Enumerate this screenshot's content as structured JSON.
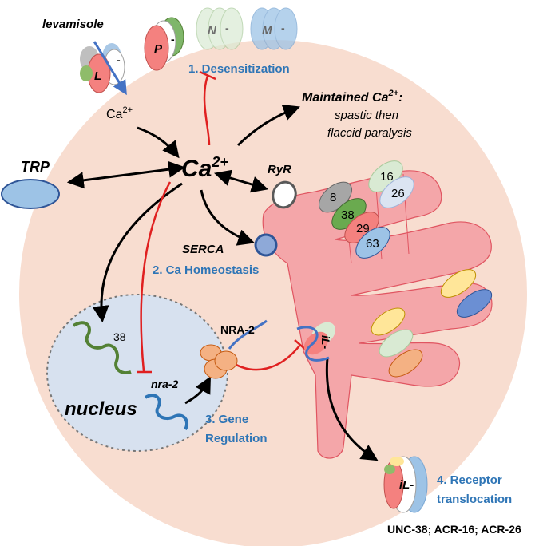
{
  "labels": {
    "levamisole": "levamisole",
    "ca_small": "Ca",
    "ca_small_sup": "2+",
    "ca_main": "Ca",
    "ca_main_sup": "2+",
    "trp": "TRP",
    "ryr": "RyR",
    "serca": "SERCA",
    "maintained_line1": "Maintained Ca",
    "maintained_sup": "2+",
    "maintained_colon": ":",
    "maintained_line2": "spastic then",
    "maintained_line3": "flaccid paralysis",
    "step1": "1. Desensitization",
    "step2": "2. Ca Homeostasis",
    "step3_line1": "3. Gene",
    "step3_line2": "Regulation",
    "step4_line1": "4. Receptor",
    "step4_line2": "translocation",
    "nucleus": "nucleus",
    "gene_38": "38",
    "gene_nra2": "nra-2",
    "nra2_protein": "NRA-2",
    "receptor_list": "UNC-38; ACR-16; ACR-26",
    "receptor_L": "L",
    "receptor_L_charge": "-",
    "receptor_P": "P",
    "receptor_P_charge": "-",
    "receptor_N": "N",
    "receptor_N_charge": "-",
    "receptor_M": "M",
    "receptor_M_charge": "-",
    "er_receptor": "iL-",
    "translocated_receptor": "iL-"
  },
  "subunits": {
    "s8": "8",
    "s38": "38",
    "s29": "29",
    "s63": "63",
    "s16": "16",
    "s26": "26"
  },
  "colors": {
    "cell": "#f8ddd0",
    "er": "#f4a6a9",
    "er_stroke": "#e05561",
    "nucleus": "#d7e1ef",
    "blue_text": "#2e75b6",
    "inhibit_red": "#e02020",
    "arrow_black": "#000000"
  }
}
